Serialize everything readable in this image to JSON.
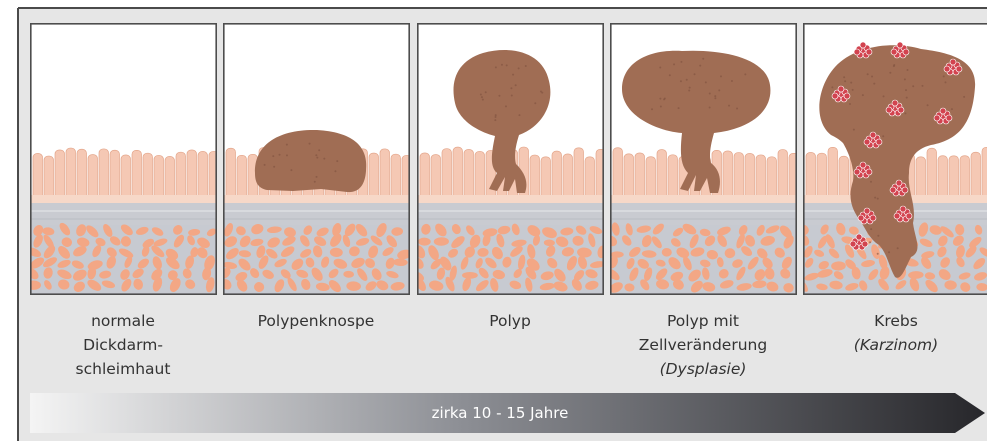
{
  "panels": [
    {
      "lines": [
        "normale",
        "Dickdarm-",
        "schleimhaut"
      ],
      "italic": ""
    },
    {
      "lines": [
        "Polypenknospe"
      ],
      "italic": ""
    },
    {
      "lines": [
        "Polyp"
      ],
      "italic": ""
    },
    {
      "lines": [
        "Polyp mit",
        "Zellveränderung"
      ],
      "italic": "(Dysplasie)"
    },
    {
      "lines": [
        "Krebs"
      ],
      "italic": "(Karzinom)"
    }
  ],
  "timeline": {
    "label": "zirka 10 - 15 Jahre"
  },
  "colors": {
    "background": "#e6e6e6",
    "villi": "#f5c8b4",
    "villi_stroke": "#e3a58a",
    "muscle": "#c9cbd1",
    "tissue_cells": "#f3a785",
    "polyp": "#a06d54",
    "cancer_cells": "#d2434f"
  }
}
